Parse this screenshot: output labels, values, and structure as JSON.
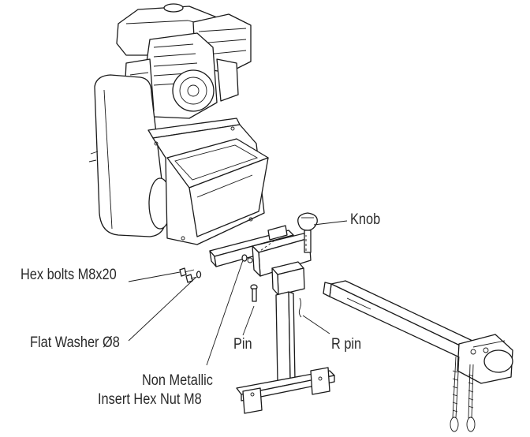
{
  "labels": {
    "knob": "Knob",
    "hex_bolts": "Hex bolts M8x20",
    "flat_washer": "Flat Washer Ø8",
    "pin": "Pin",
    "r_pin": "R pin",
    "nut_line1": "Non Metallic",
    "nut_line2": "Insert Hex Nut M8"
  }
}
